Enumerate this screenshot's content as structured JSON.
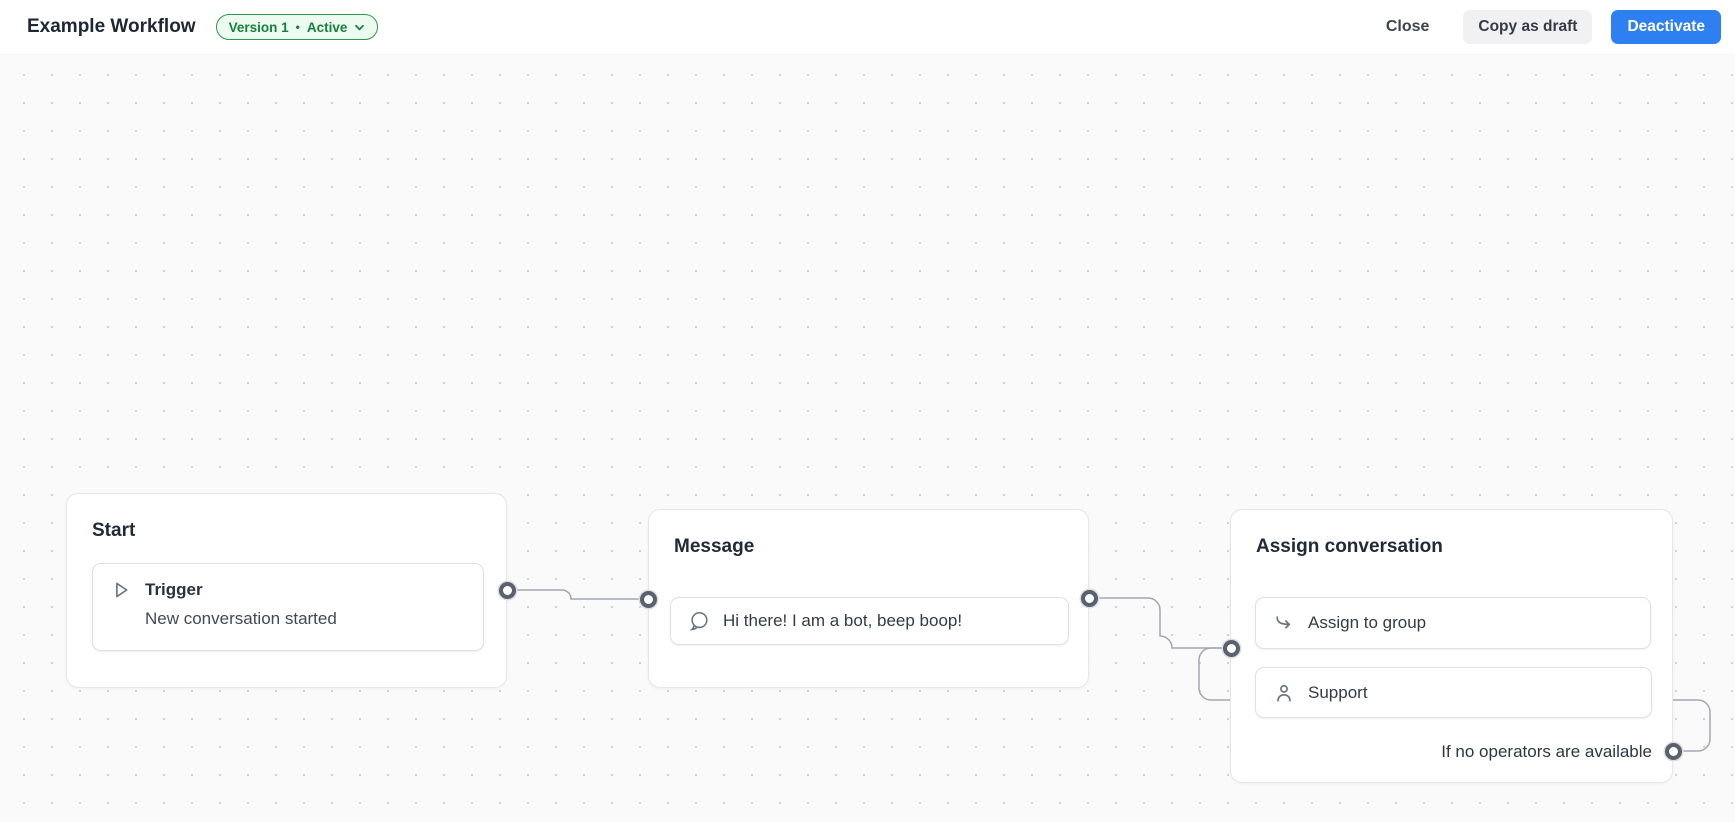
{
  "header": {
    "title": "Example Workflow",
    "version_badge": {
      "version": "Version 1",
      "separator": "•",
      "status": "Active"
    },
    "close_label": "Close",
    "copy_as_draft_label": "Copy as draft",
    "deactivate_label": "Deactivate"
  },
  "colors": {
    "accent_blue": "#2e7ff1",
    "badge_green_text": "#17813b",
    "badge_green_bg": "#edfaf0",
    "badge_green_border": "#2a9a4d",
    "canvas_bg": "#fafafa",
    "edge_gray": "#a3a8b0",
    "port_ring": "#59616e"
  },
  "nodes": {
    "start": {
      "title": "Start",
      "step": {
        "icon": "play-icon",
        "title": "Trigger",
        "subtitle": "New conversation started"
      }
    },
    "message": {
      "title": "Message",
      "step": {
        "icon": "chat-bubble-icon",
        "text": "Hi there! I am a bot, beep boop!"
      }
    },
    "assign": {
      "title": "Assign conversation",
      "items": [
        {
          "icon": "redirect-arrow-icon",
          "label": "Assign to group"
        },
        {
          "icon": "person-icon",
          "label": "Support"
        }
      ],
      "fallback_label": "If no operators are available"
    }
  }
}
